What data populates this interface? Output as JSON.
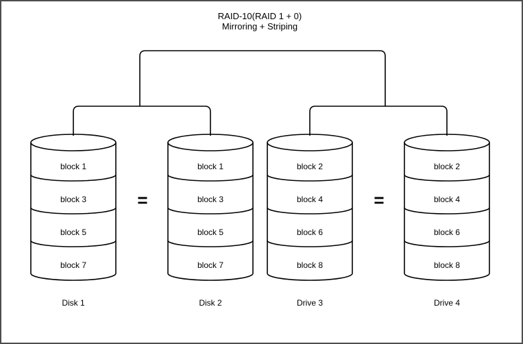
{
  "title": {
    "line1": "RAID-10(RAID 1 + 0)",
    "line2": "Mirroring + Striping"
  },
  "equals_sign": "=",
  "disks": [
    {
      "name": "Disk 1",
      "blocks": [
        "block 1",
        "block 3",
        "block 5",
        "block 7"
      ]
    },
    {
      "name": "Disk 2",
      "blocks": [
        "block 1",
        "block 3",
        "block 5",
        "block 7"
      ]
    },
    {
      "name": "Drive 3",
      "blocks": [
        "block 2",
        "block 4",
        "block 6",
        "block 8"
      ]
    },
    {
      "name": "Drive 4",
      "blocks": [
        "block 2",
        "block 4",
        "block 6",
        "block 8"
      ]
    }
  ],
  "colors": {
    "line": "#000000",
    "background": "#ffffff",
    "page_border": "#4d4d4d"
  }
}
